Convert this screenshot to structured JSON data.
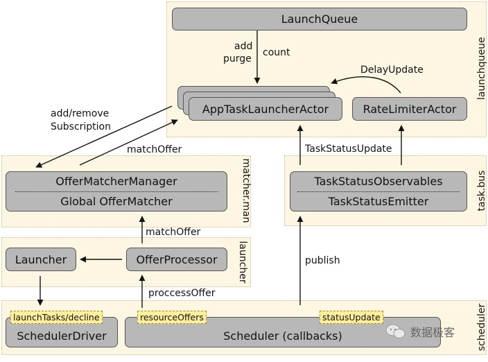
{
  "zones": {
    "launchqueue": "launchqueue",
    "matcher": "matcher.man",
    "taskbus": "task.bus",
    "launcher": "launcher",
    "scheduler": "scheduler"
  },
  "boxes": {
    "launch_queue": "LaunchQueue",
    "app_task_launcher_actor": "AppTaskLauncherActor",
    "rate_limiter_actor": "RateLimiterActor",
    "offer_matcher_manager": "OfferMatcherManager",
    "global_offer_matcher": "Global OfferMatcher",
    "task_status_observables": "TaskStatusObservables",
    "task_status_emitter": "TaskStatusEmitter",
    "launcher": "Launcher",
    "offer_processor": "OfferProcessor",
    "scheduler_driver": "SchedulerDriver",
    "scheduler": "Scheduler (callbacks)"
  },
  "tags": {
    "launch_tasks": "launchTasks/decline",
    "resource_offers": "resourceOffers",
    "status_update": "statusUpdate"
  },
  "edges": {
    "add": "add",
    "purge": "purge",
    "count": "count",
    "delay_update": "DelayUpdate",
    "add_remove": "add/remove",
    "subscription": "Subscription",
    "match_offer_top": "matchOffer",
    "task_status_update": "TaskStatusUpdate",
    "match_offer_mid": "matchOffer",
    "publish": "publish",
    "process_offer": "proccessOffer"
  },
  "watermark": "数据极客"
}
